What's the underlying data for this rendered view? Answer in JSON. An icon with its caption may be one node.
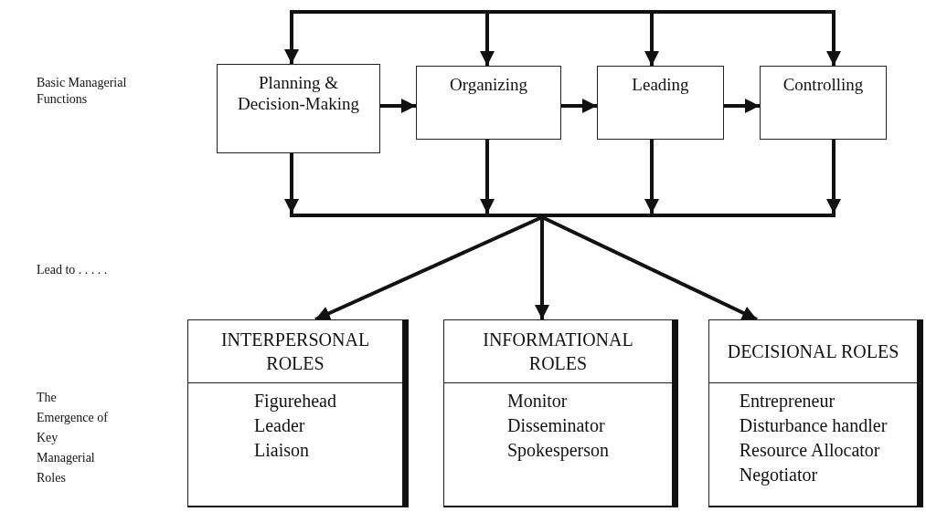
{
  "diagram": {
    "nodes": [
      {
        "text": [],
        "shape": "bar"
      },
      {
        "text": [
          "Planning & Decision-Making"
        ]
      },
      {
        "text": [
          "Organizing"
        ]
      },
      {
        "text": [
          "Leading"
        ]
      },
      {
        "text": [
          "Controlling"
        ]
      },
      {
        "text": [],
        "shape": "bar"
      },
      {
        "text": [
          "INTERPERSONAL ROLES",
          "Figurehead",
          "Leader",
          "Liaison"
        ]
      },
      {
        "text": [
          "INFORMATIONAL ROLES",
          "Monitor",
          "Disseminator",
          "Spokesperson"
        ]
      },
      {
        "text": [
          "DECISIONAL ROLES",
          "Entrepreneur",
          "Disturbance handler",
          "Resource Allocator",
          "Negotiator"
        ]
      }
    ],
    "edges": [
      {
        "from": 0,
        "to": 1,
        "arrow": "to"
      },
      {
        "from": 0,
        "to": 2,
        "arrow": "to"
      },
      {
        "from": 0,
        "to": 3,
        "arrow": "to"
      },
      {
        "from": 0,
        "to": 4,
        "arrow": "to"
      },
      {
        "from": 1,
        "to": 2,
        "arrow": "to"
      },
      {
        "from": 2,
        "to": 3,
        "arrow": "to"
      },
      {
        "from": 3,
        "to": 4,
        "arrow": "to"
      },
      {
        "from": 1,
        "to": 5,
        "arrow": "to"
      },
      {
        "from": 2,
        "to": 5,
        "arrow": "to"
      },
      {
        "from": 3,
        "to": 5,
        "arrow": "to"
      },
      {
        "from": 4,
        "to": 5,
        "arrow": "to"
      },
      {
        "from": 5,
        "to": 6,
        "arrow": "to"
      },
      {
        "from": 5,
        "to": 7,
        "arrow": "to"
      },
      {
        "from": 5,
        "to": 8,
        "arrow": "to"
      }
    ],
    "labels": [
      "Basic Managerial Functions",
      "Lead to . . . . .",
      "The Emergence of Key Managerial Roles"
    ]
  }
}
